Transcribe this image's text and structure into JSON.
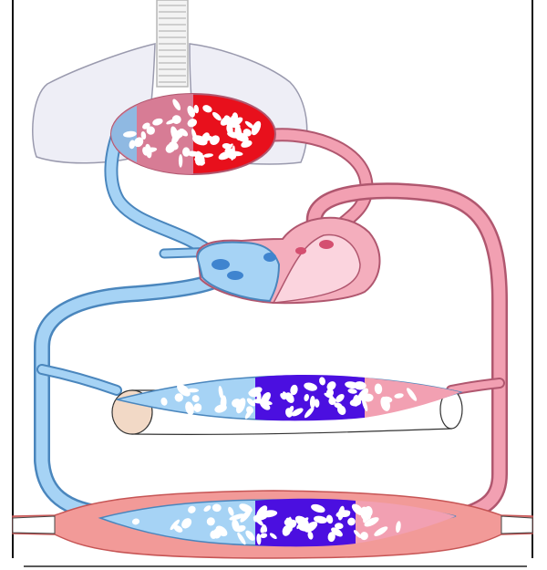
{
  "diagram": {
    "subject": "systemic-and-pulmonary-circulation",
    "colors": {
      "oxygenated_vessel": "#f2a0b2",
      "oxygenated_vessel_edge": "#b0576f",
      "deoxygenated_vessel": "#a6d3f5",
      "deoxygenated_vessel_edge": "#4a86bd",
      "lung_fill": "#eeeef6",
      "lung_edge": "#9a9aae",
      "pulmonary_capillary_bright": "#e8101c",
      "systemic_capillary_venous": "#4b0fe0",
      "heart_left": "#f4aebd",
      "heart_right": "#a6d3f5",
      "muscle_fill": "#f29a98",
      "bone_fill": "#f2d9c6",
      "frame": "#111111"
    },
    "parts": [
      {
        "name": "trachea",
        "icon": "trachea-icon"
      },
      {
        "name": "lungs",
        "icon": "lungs-icon"
      },
      {
        "name": "pulmonary-capillary-bed",
        "icon": "capillary-bed-icon"
      },
      {
        "name": "heart",
        "icon": "heart-icon"
      },
      {
        "name": "systemic-capillary-bed-limb",
        "icon": "capillary-bed-icon"
      },
      {
        "name": "systemic-capillary-bed-muscle",
        "icon": "capillary-bed-icon"
      }
    ]
  }
}
